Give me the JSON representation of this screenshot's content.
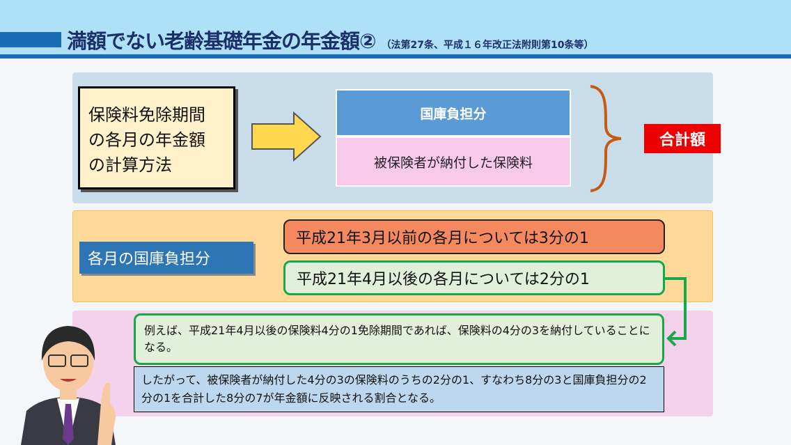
{
  "header": {
    "title": "満額でない老齢基礎年金の年金額②",
    "subtitle": "（法第27条、平成１６年改正法附則第10条等）"
  },
  "top_panel": {
    "method": [
      "保険料免除期間",
      "の各月の年金額",
      "の計算方法"
    ],
    "national_share": "国庫負担分",
    "insured_paid": "被保険者が納付した保険料",
    "total": "合計額"
  },
  "middle_panel": {
    "label": "各月の国庫負担分",
    "before": "平成21年3月以前の各月については3分の1",
    "after": "平成21年4月以後の各月については2分の1"
  },
  "bottom_panel": {
    "example": "例えば、平成21年4月以後の保険料4分の1免除期間であれば、保険料の4分の3を納付していることになる。",
    "conclusion": "したがって、被保険者が納付した4分の3の保険料のうちの2分の1、すなわち8分の3と国庫負担分の2分の1を合計した8分の7が年金額に反映される割合となる。"
  },
  "colors": {
    "accent": "#1a6cb5",
    "total": "#ee0000",
    "green": "#17a84a"
  }
}
